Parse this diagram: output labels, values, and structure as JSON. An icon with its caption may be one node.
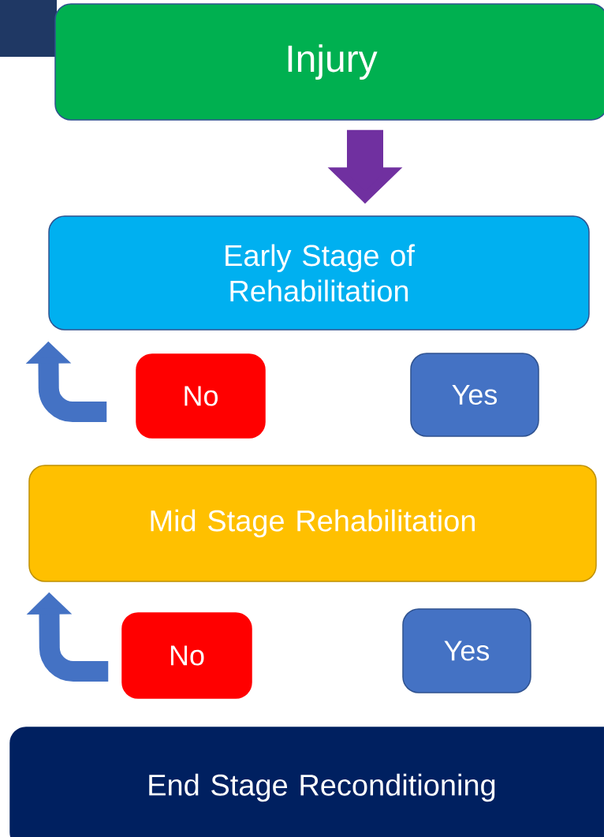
{
  "diagram": {
    "nodes": [
      {
        "text": [
          "Injury"
        ]
      },
      {
        "text": [
          "Early Stage of Rehabilitation"
        ]
      },
      {
        "text": [
          "No"
        ]
      },
      {
        "text": [
          "Yes"
        ]
      },
      {
        "text": [
          "Mid Stage Rehabilitation"
        ]
      },
      {
        "text": [
          "No"
        ]
      },
      {
        "text": [
          "Yes"
        ]
      },
      {
        "text": [
          "End Stage Reconditioning"
        ]
      }
    ],
    "edges": [
      {
        "from": 0,
        "to": 1,
        "arrow": "to",
        "color": "#7030a0"
      },
      {
        "from": 2,
        "to": 1,
        "arrow": "to",
        "color": "#4472c4"
      },
      {
        "from": 5,
        "to": 4,
        "arrow": "to",
        "color": "#4472c4"
      }
    ]
  }
}
